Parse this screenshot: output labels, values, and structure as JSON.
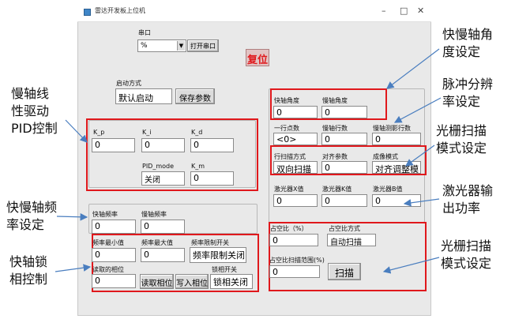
{
  "window": {
    "title": "雷达开发板上位机",
    "minimize": "–",
    "maximize": "□",
    "close": "✕"
  },
  "serial": {
    "label": "串口",
    "value": "%",
    "open_btn": "打开串口"
  },
  "reset_btn": "复位",
  "start": {
    "label": "启动方式",
    "value": "默认启动",
    "save_btn": "保存参数"
  },
  "pid": {
    "kp": {
      "label": "K_p",
      "value": "0"
    },
    "ki": {
      "label": "K_i",
      "value": "0"
    },
    "kd": {
      "label": "K_d",
      "value": "0"
    },
    "mode": {
      "label": "PID_mode",
      "value": "关闭"
    },
    "km": {
      "label": "K_m",
      "value": "0"
    }
  },
  "freq": {
    "fast": {
      "label": "快轴频率",
      "value": "0"
    },
    "slow": {
      "label": "慢轴频率",
      "value": "0"
    }
  },
  "lock": {
    "min": {
      "label": "频率最小值",
      "value": "0"
    },
    "max": {
      "label": "频率最大值",
      "value": "0"
    },
    "limit": {
      "label": "频率限制开关",
      "value": "频率限制关闭"
    },
    "phase": {
      "label": "读取的相位",
      "value": "0"
    },
    "read_btn": "读取相位",
    "write_btn": "写入相位",
    "switch": {
      "label": "锁相开关",
      "value": "锁相关闭"
    }
  },
  "angles": {
    "fast": {
      "label": "快轴角度",
      "value": "0"
    },
    "slow": {
      "label": "慢轴角度",
      "value": "0"
    }
  },
  "pulse": {
    "points": {
      "label": "一行点数",
      "value": "<0>"
    },
    "rows": {
      "label": "慢轴行数",
      "value": "0"
    },
    "rows2": {
      "label": "慢轴测影行数",
      "value": "0"
    }
  },
  "scan_mode": {
    "method": {
      "label": "行扫描方式",
      "value": "双向扫描"
    },
    "align": {
      "label": "对齐参数",
      "value": "0"
    },
    "image": {
      "label": "成像模式",
      "value": "对齐调整模"
    }
  },
  "laser": {
    "x": {
      "label": "激光器X值",
      "value": "0"
    },
    "k": {
      "label": "激光器K值",
      "value": "0"
    },
    "b": {
      "label": "激光器B值",
      "value": "0"
    }
  },
  "duty": {
    "ratio": {
      "label": "占空比（%）",
      "value": "0"
    },
    "mode": {
      "label": "占空比方式",
      "value": "自动扫描"
    },
    "range": {
      "label": "占空比扫描范围(%)",
      "value": "0"
    },
    "scan_btn": "扫描"
  },
  "annotations": {
    "pid": [
      "慢轴线",
      "性驱动",
      "PID控制"
    ],
    "freq": [
      "快慢轴频",
      "率设定"
    ],
    "lock": [
      "快轴锁",
      "相控制"
    ],
    "angle": [
      "快慢轴角",
      "度设定"
    ],
    "pulse": [
      "脉冲分辨",
      "率设定"
    ],
    "scan1": [
      "光栅扫描",
      "模式设定"
    ],
    "laser": [
      "激光器输",
      "出功率"
    ],
    "scan2": [
      "光栅扫描",
      "模式设定"
    ]
  },
  "colors": {
    "highlight": "#e0181c",
    "arrow": "#4a7ebf",
    "reset_text": "#e0181c"
  }
}
